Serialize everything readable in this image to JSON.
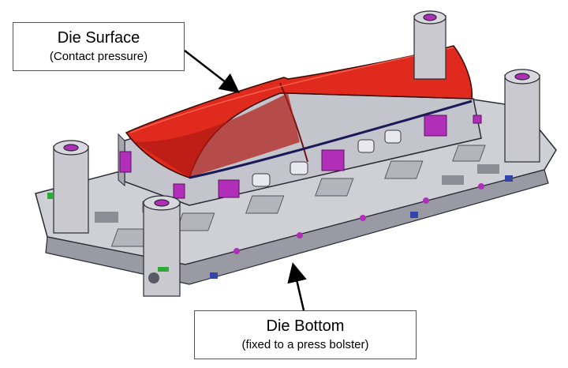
{
  "callouts": {
    "top": {
      "title": "Die Surface",
      "subtitle": "(Contact pressure)"
    },
    "bottom": {
      "title": "Die Bottom",
      "subtitle": "(fixed to a press bolster)"
    }
  },
  "colors": {
    "background": "#ffffff",
    "die_surface": "#e02a1e",
    "die_surface_dark": "#a81610",
    "body_gray": "#c9c9cf",
    "body_shadow": "#8d8d96",
    "pad_magenta": "#b12fb8",
    "edge": "#2a2a35",
    "arrow": "#000000"
  },
  "icons": [
    "die-3d-model"
  ]
}
